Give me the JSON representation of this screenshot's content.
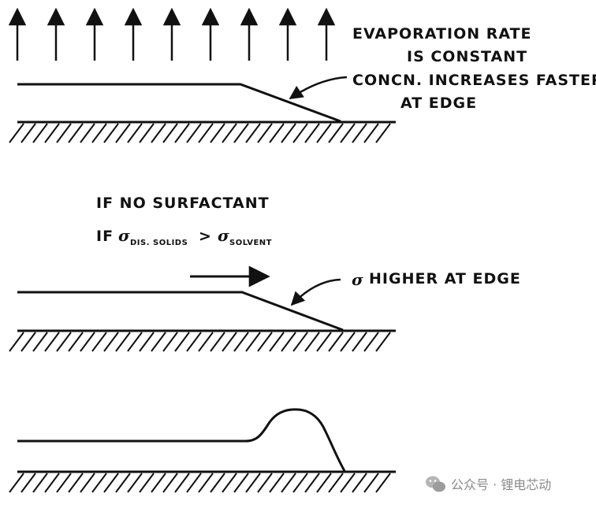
{
  "panel_top": {
    "labels": {
      "evaporation_line1": "EVAPORATION RATE",
      "evaporation_line2": "IS CONSTANT",
      "concentration_line1": "CONCN. INCREASES FASTER",
      "concentration_line2": "AT EDGE"
    },
    "up_arrow_count": 9
  },
  "conditions": {
    "line1": "IF NO SURFACTANT",
    "line2_prefix": "IF",
    "sigma": "σ",
    "sub_dissolved": "DIS. SOLIDS",
    "comparator": ">",
    "sub_solvent": "SOLVENT"
  },
  "panel_middle": {
    "label_sigma": "σ",
    "label_text": "HIGHER AT EDGE"
  },
  "watermark": {
    "text": "公众号 · 锂电芯动",
    "icon": "wechat-icon"
  },
  "colors": {
    "ink": "#111111",
    "watermark": "#8a8a8a"
  }
}
